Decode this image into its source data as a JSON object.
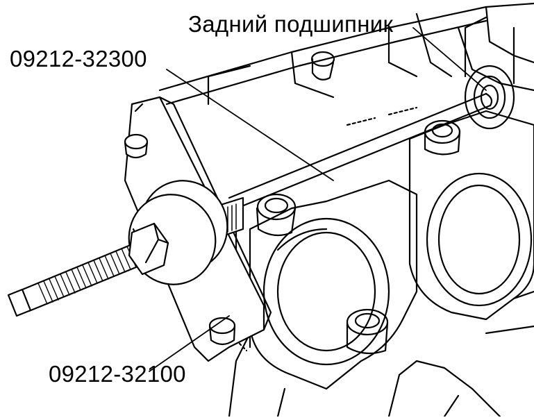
{
  "labels": {
    "rear_bearing": "Задний подшипник",
    "tool_upper": "09212-32300",
    "tool_lower": "09212-32100"
  },
  "colors": {
    "ink": "#000000",
    "paper": "#ffffff"
  }
}
